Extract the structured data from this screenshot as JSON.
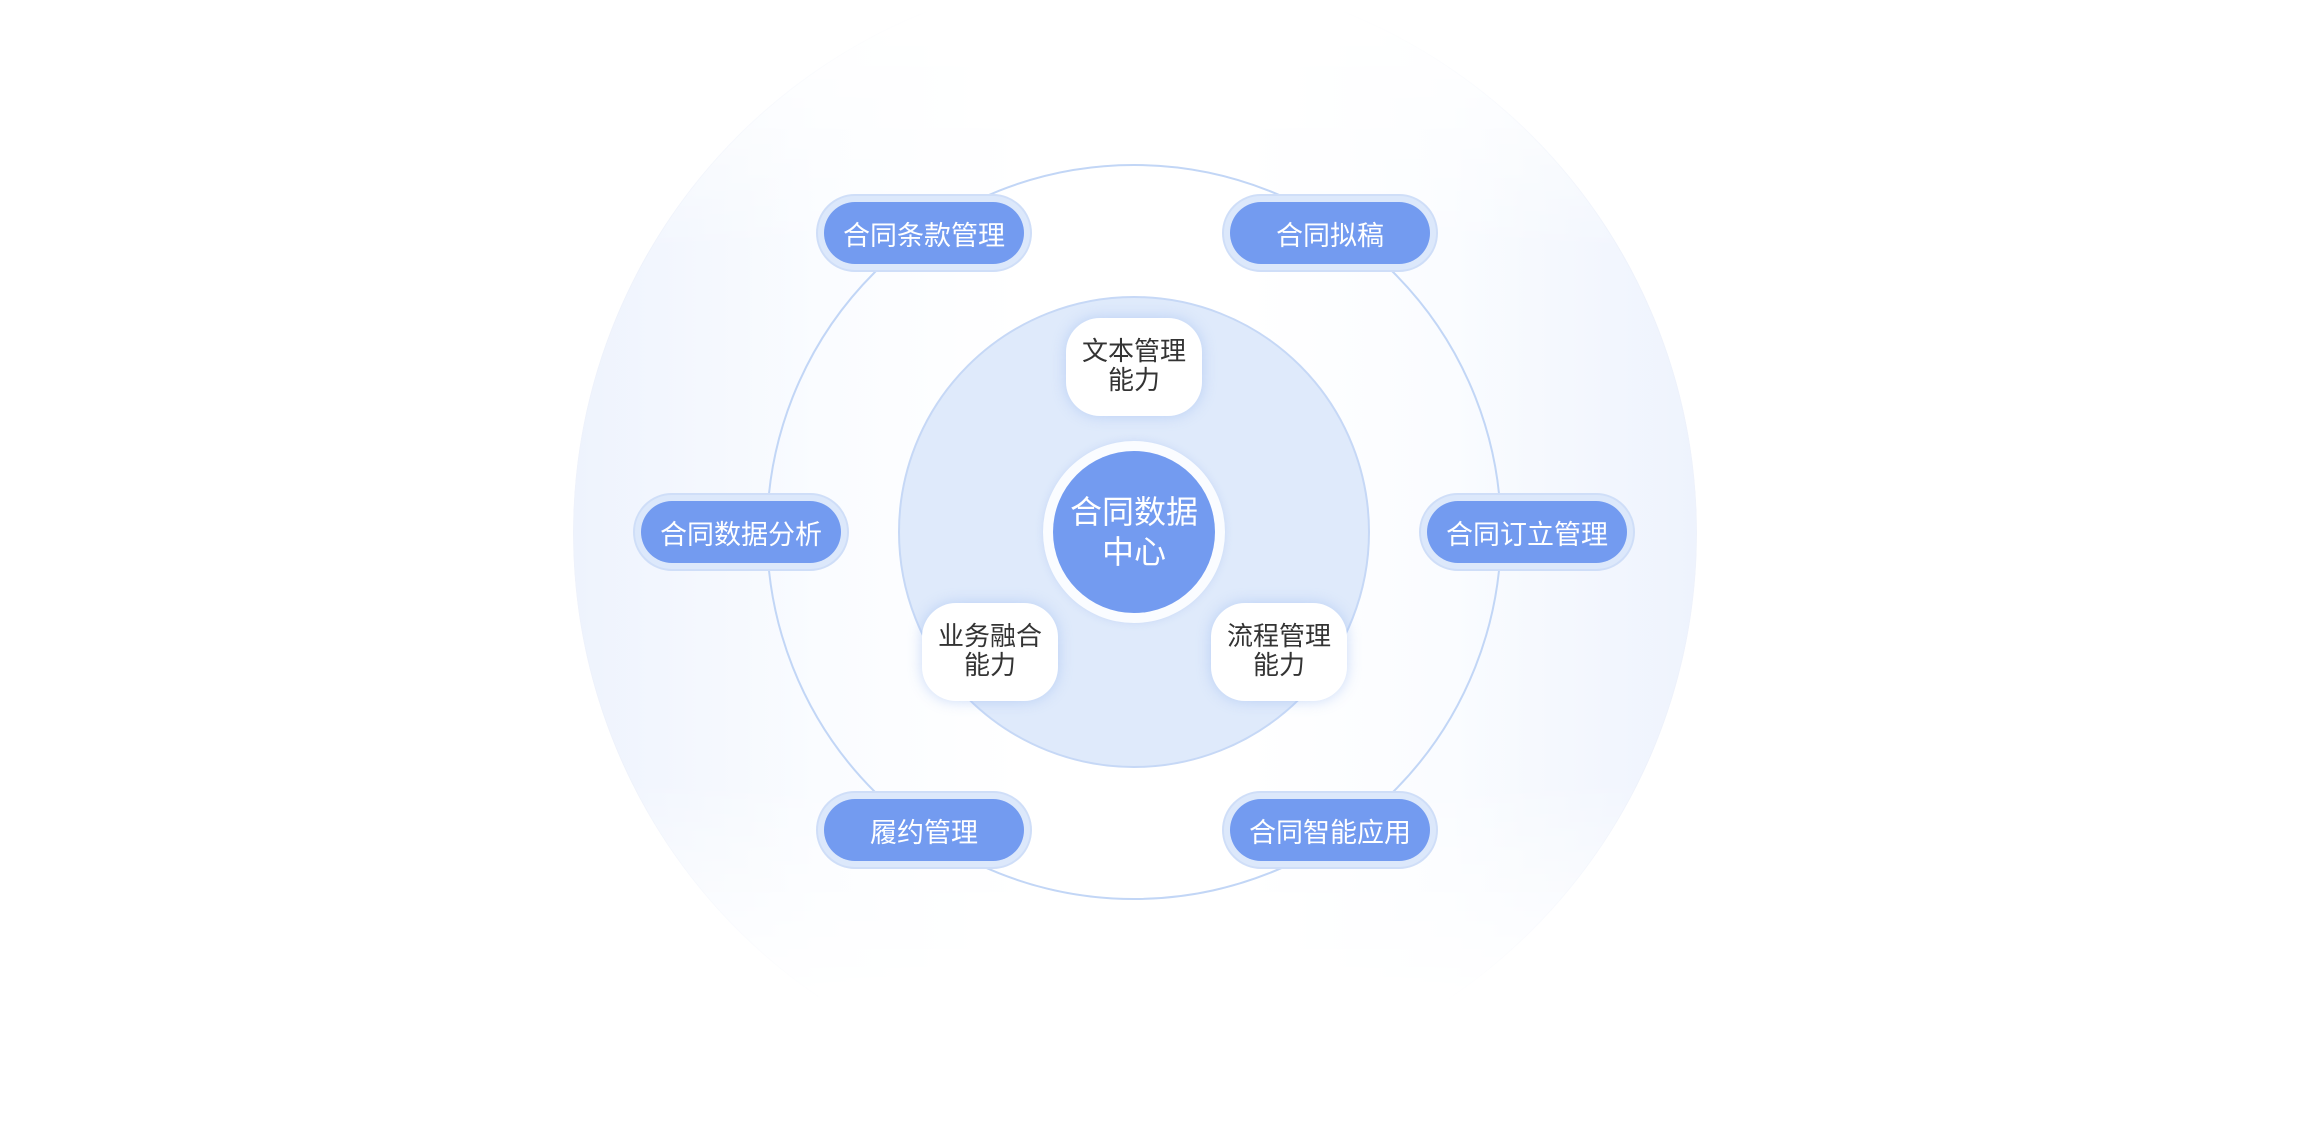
{
  "center": {
    "label": "合同数据\n中心"
  },
  "capabilities": [
    "文本管理\n能力",
    "业务融合\n能力",
    "流程管理\n能力"
  ],
  "modules": [
    "合同条款管理",
    "合同拟稿",
    "合同数据分析",
    "合同订立管理",
    "履约管理",
    "合同智能应用"
  ],
  "colors": {
    "primary": "#739bf0",
    "inner_fill": "#dfeafb",
    "ring": "#c2d6f6"
  }
}
